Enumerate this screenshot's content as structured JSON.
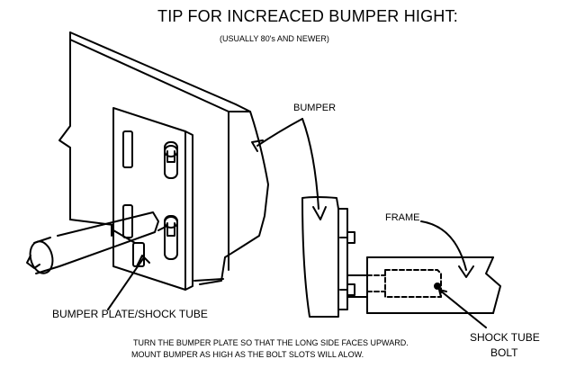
{
  "diagram": {
    "title": "TIP FOR INCREACED BUMPER HIGHT:",
    "subtitle": "(USUALLY 80's AND NEWER)",
    "labels": {
      "bumper": "BUMPER",
      "frame": "FRAME",
      "bumper_plate_shock_tube": "BUMPER PLATE/SHOCK TUBE",
      "shock_tube": "SHOCK TUBE",
      "bolt": "BOLT"
    },
    "note_lines": [
      "TURN THE BUMPER PLATE SO THAT THE LONG SIDE FACES UPWARD.",
      "MOUNT BUMPER AS HIGH AS THE BOLT SLOTS WILL ALOW."
    ]
  }
}
